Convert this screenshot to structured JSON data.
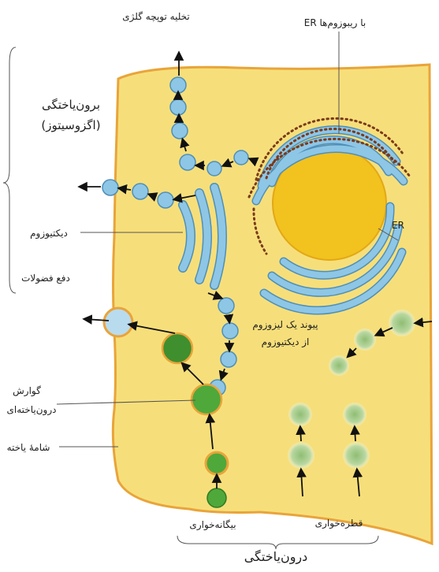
{
  "labels": {
    "golgi_vesicle_release": "تخلیه توپچه گلژی",
    "er_with_ribosomes": "ER با ریبوزوم‌ها",
    "exocytosis_line1": "برون‌یاختگی",
    "exocytosis_line2": "(اگزوسیتوز)",
    "dictyosome": "دیکتیوزوم",
    "waste_excretion": "دفع فضولات",
    "er": "ER",
    "lysosome_line1": "پیوند یک لیزوزوم",
    "lysosome_line2": "از دیکتیوزوم",
    "digestion_line1": "گوارش",
    "digestion_line2": "درون‌یاخته‌ای",
    "cell_membrane": "شامهٔ یاخته",
    "phagocytosis": "بیگانه‌خواری",
    "pinocytosis": "قطره‌خواری",
    "endocytosis": "درون‌یاختگی"
  },
  "colors": {
    "cytoplasm": "#f6df7a",
    "membrane": "#e9a43a",
    "nucleus": "#f2c21f",
    "organelle": "#8ec6e6",
    "organelle_edge": "#4f8fb8",
    "vesicle_green": "#4fa83a",
    "ribosome": "#7a3a1a"
  }
}
